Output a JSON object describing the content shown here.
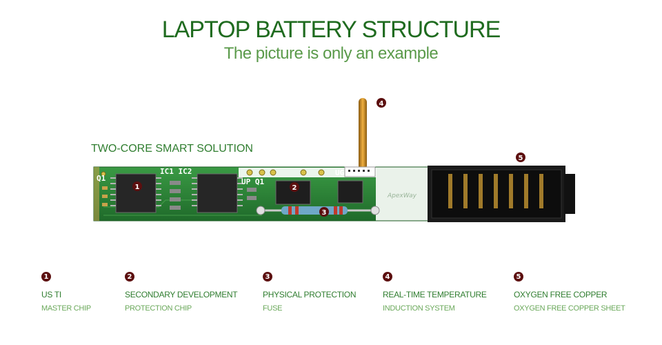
{
  "title": "LAPTOP BATTERY STRUCTURE",
  "subtitle": "The picture is only an example",
  "board_label": "TWO-CORE SMART SOLUTION",
  "silkscreen": {
    "q1": "Q1",
    "ic1_ic2": "IC1 IC2",
    "up_q1": "UP Q1",
    "ug": "UG",
    "brand": "ApexWay"
  },
  "markers": [
    "1",
    "2",
    "3",
    "4",
    "5"
  ],
  "legend": [
    {
      "num": "1",
      "line1": "US TI",
      "line2": "MASTER CHIP"
    },
    {
      "num": "2",
      "line1": "SECONDARY DEVELOPMENT",
      "line2": "PROTECTION CHIP"
    },
    {
      "num": "3",
      "line1": "PHYSICAL PROTECTION",
      "line2": "FUSE"
    },
    {
      "num": "4",
      "line1": "REAL-TIME TEMPERATURE",
      "line2": "INDUCTION SYSTEM"
    },
    {
      "num": "5",
      "line1": "OXYGEN FREE COPPER",
      "line2": "OXYGEN FREE COPPER SHEET"
    }
  ],
  "colors": {
    "title": "#1f6b1f",
    "pcb": "#2e8a3a",
    "marker": "#5c0f0f",
    "connector": "#1a1a1a"
  }
}
